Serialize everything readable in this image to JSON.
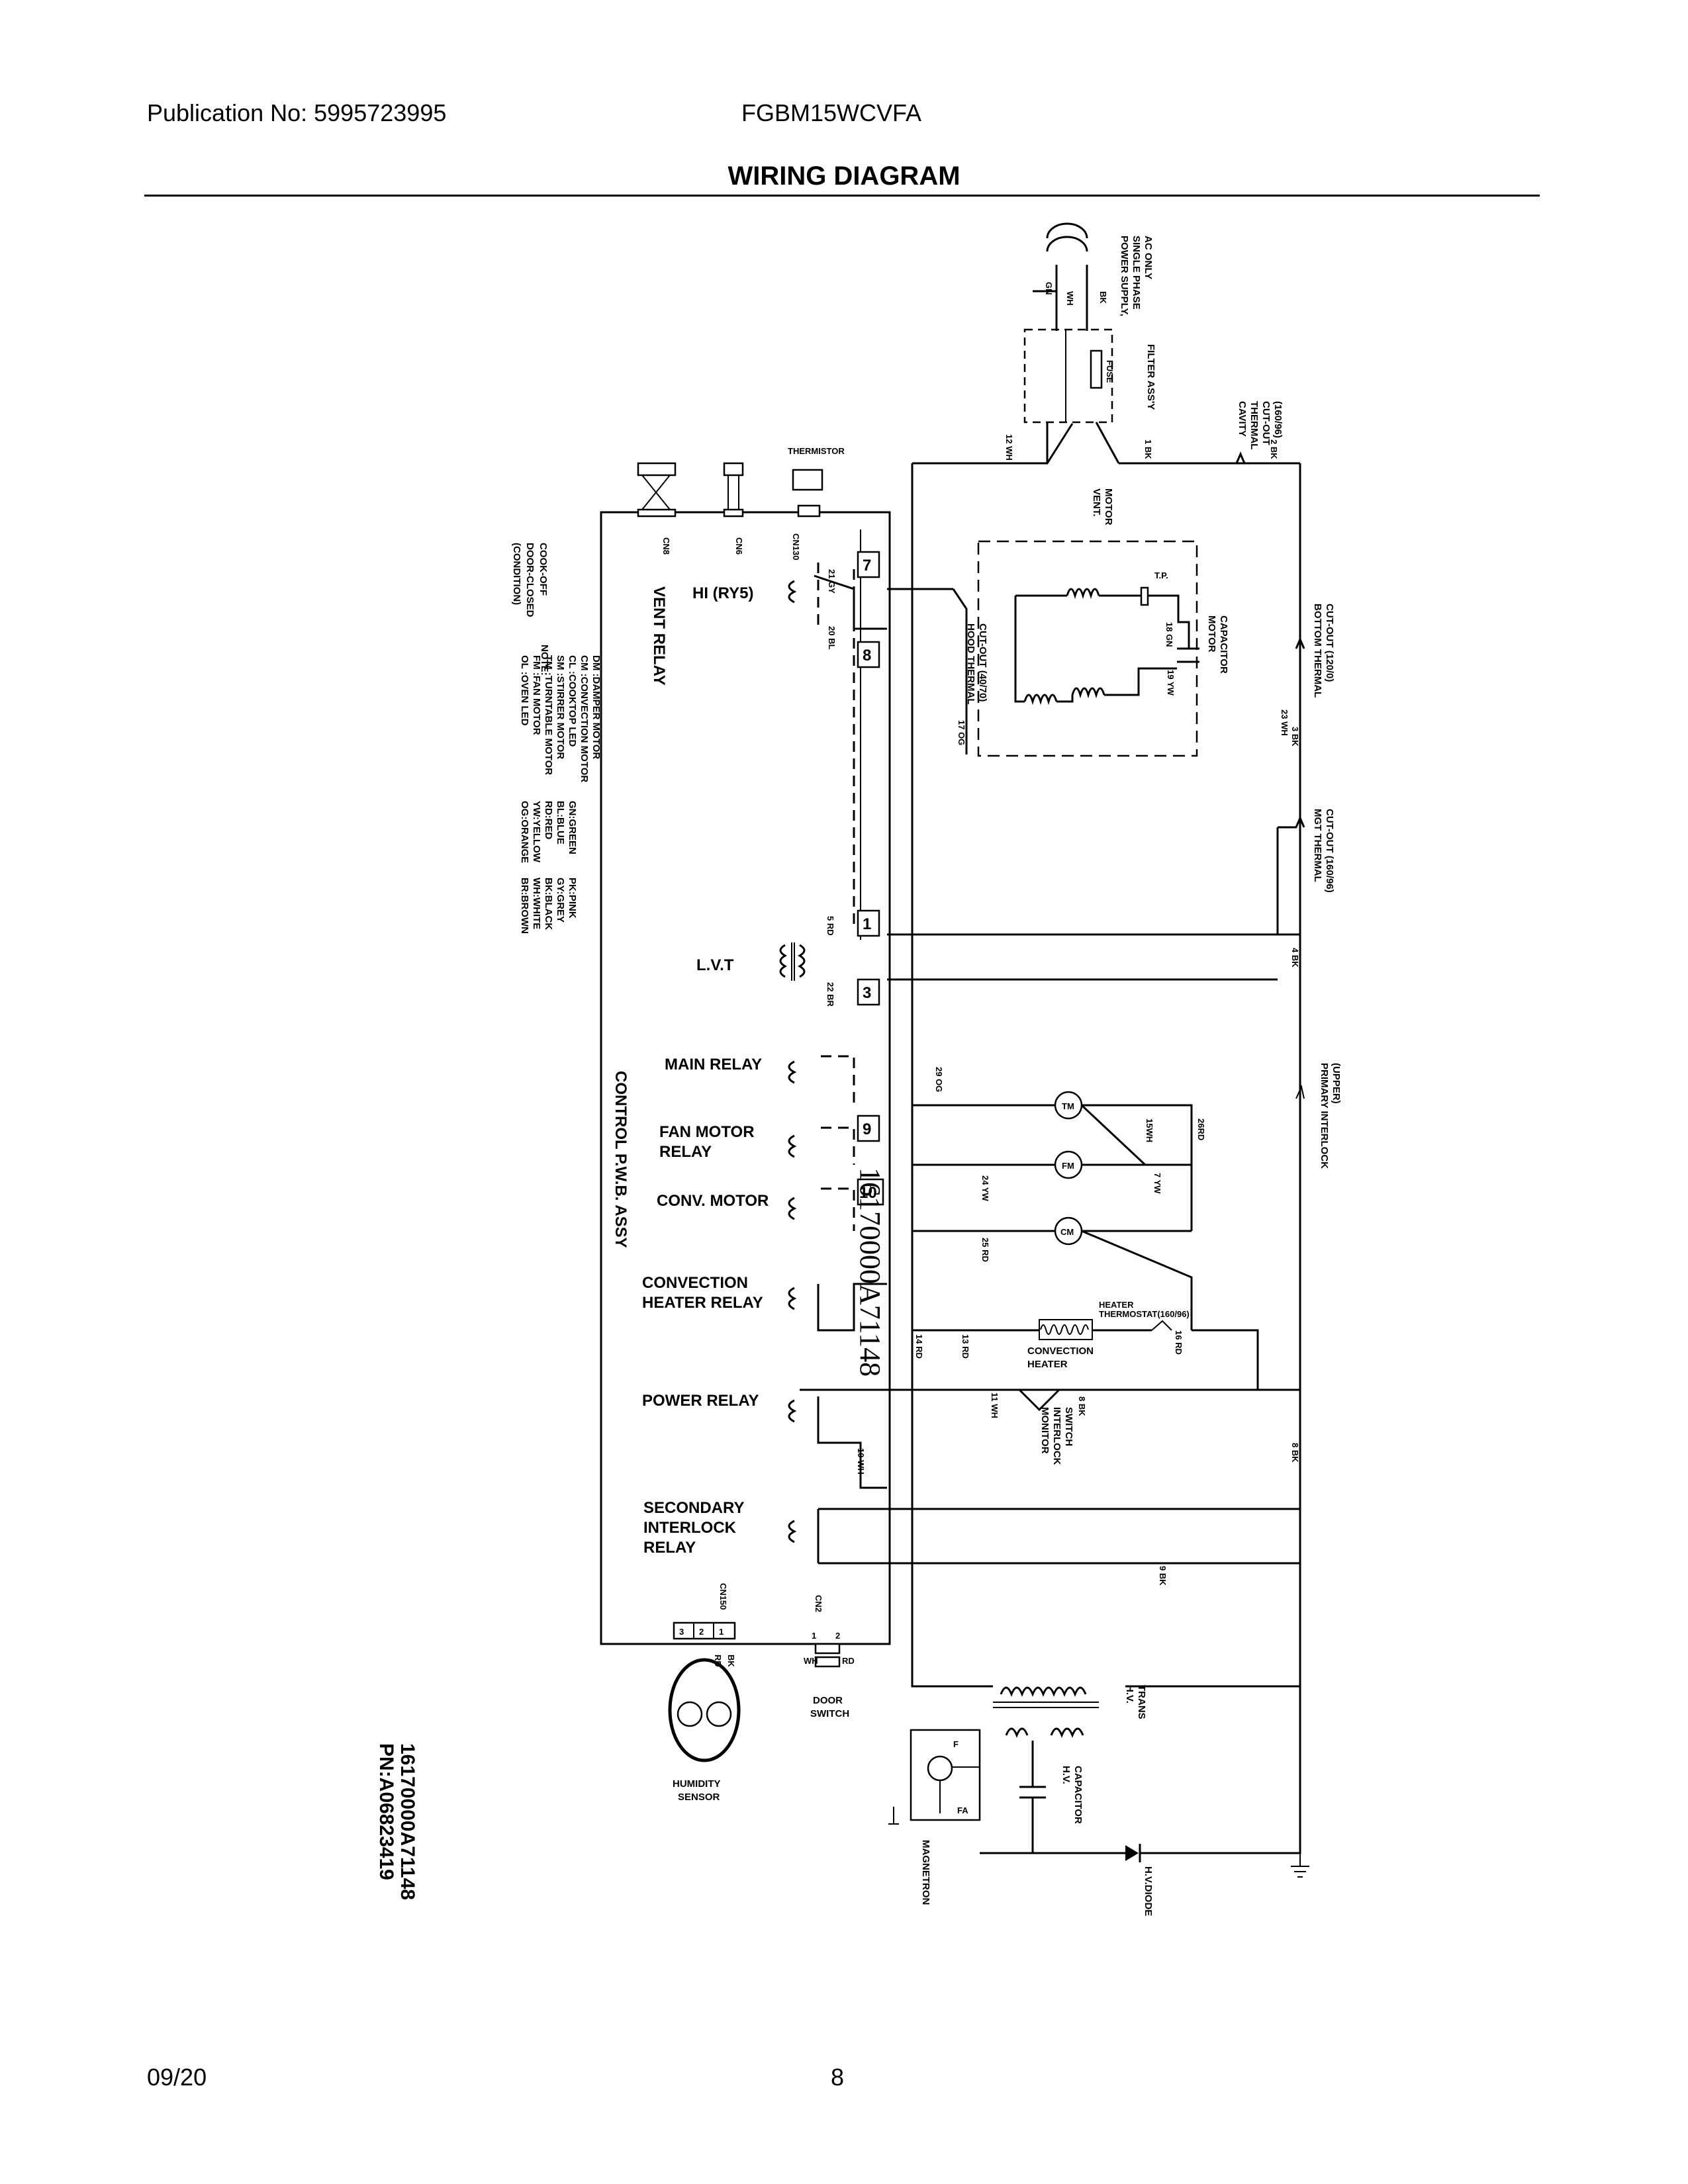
{
  "header": {
    "publication": "Publication No:  5995723995",
    "model": "FGBM15WCVFA",
    "title": "WIRING DIAGRAM"
  },
  "footer": {
    "date": "09/20",
    "page": "8"
  },
  "diagram": {
    "relays": {
      "hi": "HI (RY5)",
      "lvt": "L.V.T",
      "main": "MAIN RELAY",
      "fan1": "FAN MOTOR",
      "fan2": "RELAY",
      "conv": "CONV. MOTOR",
      "ch1": "CONVECTION",
      "ch2": "HEATER RELAY",
      "power": "POWER RELAY",
      "sec1": "SECONDARY",
      "sec2": "INTERLOCK",
      "sec3": "RELAY"
    },
    "pwb": {
      "vent_relay": "VENT RELAY",
      "control": "CONTROL P.W.B. ASSY"
    },
    "connectors": {
      "cn8": "CN8",
      "cn6": "CN6",
      "cn130": "CN130",
      "cn150": "CN150",
      "cn2": "CN2"
    },
    "terminals": [
      "7",
      "8",
      "1",
      "3",
      "9",
      "10"
    ],
    "overprint": "16170000A71148",
    "components": {
      "thermistor": "THERMISTOR",
      "power_supply": [
        "POWER SUPPLY,",
        "SINGLE PHASE",
        "AC ONLY"
      ],
      "filter": "FILTER ASS'Y",
      "fuse": "FUSE",
      "cavity": [
        "CAVITY",
        "THERMAL",
        "CUT-OUT",
        "(160/96)"
      ],
      "vent_motor": [
        "VENT.",
        "MOTOR"
      ],
      "tp": "T.P.",
      "motor_cap": [
        "MOTOR",
        "CAPACITOR"
      ],
      "hood": [
        "HOOD THERMAL",
        "CUT-OUT (40/70)"
      ],
      "bottom": [
        "BOTTOM THERMAL",
        "CUT-OUT (120/0)"
      ],
      "mgt": [
        "MGT THERMAL",
        "CUT-OUT (160/96)"
      ],
      "primary": [
        "PRIMARY INTERLOCK",
        "(UPPER)"
      ],
      "heater_tstat": [
        "HEATER",
        "THERMOSTAT(160/96)"
      ],
      "conv_heater": [
        "CONVECTION",
        "HEATER"
      ],
      "monitor": [
        "MONITOR",
        "INTERLOCK",
        "SWITCH"
      ],
      "hv_trans": [
        "H.V.",
        "TRANS"
      ],
      "hv_cap": [
        "H.V.",
        "CAPACITOR"
      ],
      "hv_diode": "H.V.DIODE",
      "magnetron": "MAGNETRON",
      "door_switch": [
        "DOOR",
        "SWITCH"
      ],
      "humidity": [
        "HUMIDITY",
        "SENSOR"
      ],
      "tm": "TM",
      "fm": "FM",
      "cm": "CM"
    },
    "wires": {
      "w1": "1 BK",
      "w2": "2 BK",
      "w3": "3 BK",
      "w4": "4 BK",
      "w5": "5 RD",
      "w7": "7 YW",
      "w8": "8 BK",
      "w9": "9 BK",
      "w10": "10 WH",
      "w11": "11 WH",
      "w12": "12 WH",
      "w13": "13 RD",
      "w14": "14 RD",
      "w15": "15WH",
      "w16": "16 RD",
      "w17": "17 OG",
      "w18": "18 GN",
      "w19": "19 YW",
      "w20": "20 BL",
      "w21": "21 GY",
      "w22": "22 BR",
      "w23": "23 WH",
      "w24": "24 YW",
      "w25": "25 RD",
      "w26": "26RD",
      "w29": "29 OG",
      "bk": "BK",
      "wh": "WH",
      "gn": "GN",
      "rd": "RD",
      "f": "F",
      "fa": "FA"
    },
    "pins": [
      "1",
      "2",
      "3"
    ],
    "notes": {
      "condition": [
        "(CONDITION)",
        "DOOR-CLOSED",
        "COOK-OFF"
      ],
      "note": "NOTE:",
      "items": [
        "OL :OVEN LED",
        "FM :FAN MOTOR",
        "TM :TURNTABLE MOTOR",
        "SM :STIRRER MOTOR",
        "CL :COOKTOP LED",
        "CM :CONVECTION MOTOR",
        "DM :DAMPER MOTOR"
      ],
      "colors": [
        [
          "OG:ORANGE",
          "YW:YELLOW",
          "RD:RED",
          "BL:BLUE",
          "GN:GREEN"
        ],
        [
          "BR:BROWN",
          "WH:WHITE",
          "BK:BLACK",
          "GY:GREY",
          "PK:PINK"
        ]
      ],
      "pn": [
        "PN:A06823419",
        "16170000A71148"
      ]
    }
  }
}
